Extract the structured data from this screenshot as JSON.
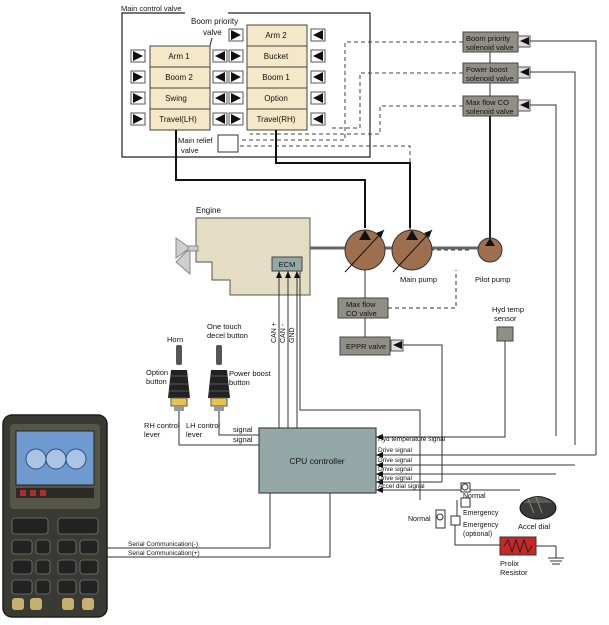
{
  "main_control_valve": {
    "title": "Main control valve",
    "boom_priority_label": [
      "Boom priority",
      "valve"
    ],
    "left_spools": [
      "Arm 1",
      "Boom 2",
      "Swing",
      "Travel(LH)"
    ],
    "right_spools": [
      "Arm 2",
      "Bucket",
      "Boom 1",
      "Option",
      "Travel(RH)"
    ],
    "relief_label": [
      "Main relief",
      "valve"
    ]
  },
  "solenoids": [
    [
      "Boom priority",
      "solenoid valve"
    ],
    [
      "Power boost",
      "solenoid valve"
    ],
    [
      "Max flow CO",
      "solenoid valve"
    ]
  ],
  "engine": {
    "label": "Engine",
    "ecm": "ECM"
  },
  "pumps": {
    "main": "Main pump",
    "pilot": "Pilot pump"
  },
  "valves": {
    "max_flow_co": [
      "Max flow",
      "CO valve"
    ],
    "eppr": "EPPR valve"
  },
  "hyd_temp_sensor": [
    "Hyd temp",
    "sensor"
  ],
  "bus_lines": [
    "CAN +",
    "CAN -",
    "GND"
  ],
  "rh_lever": {
    "horn": "Horn",
    "option_button": [
      "Option",
      "button"
    ],
    "label": [
      "RH control",
      "lever"
    ]
  },
  "lh_lever": {
    "decel_button": [
      "One touch",
      "decel button"
    ],
    "boost_button": [
      "Power boost",
      "button"
    ],
    "label": [
      "LH control",
      "lever"
    ]
  },
  "signal_labels": [
    "signal",
    "signal"
  ],
  "cpu": "CPU controller",
  "cpu_outputs": [
    "Hyd temperature signal",
    "Drive signal",
    "Drive signal",
    "Drive signal",
    "Drive signal",
    "Accel dial signal"
  ],
  "switches": {
    "normal_right": "Normal",
    "emergency_right": "Emergency",
    "normal_left": "Normal",
    "emergency_left": [
      "Emergency",
      "(optional)"
    ]
  },
  "accel_dial": "Accel dial",
  "prolix": [
    "Prolix",
    "Resistor"
  ],
  "serial": [
    "Serial Communication(-)",
    "Serial Communication(+)"
  ],
  "colors": {
    "mcv_spool": "#f5e8c8",
    "solenoid": "#8f8f86",
    "engine": "#e5dcc4",
    "pump": "#9e6f4e",
    "cpu": "#93a8a7",
    "resistor": "#c62828",
    "monitor_body": "#3a3a34",
    "monitor_screen": "#6f9ad0"
  }
}
